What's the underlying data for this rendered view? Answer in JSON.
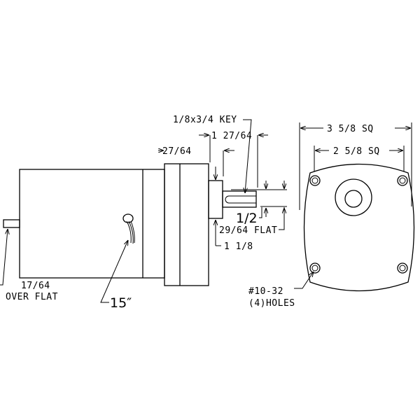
{
  "drawing": {
    "side_view": {
      "labels": {
        "key": "1/8x3/4 KEY",
        "shaft_length": "1 27/64",
        "flange_offset": "27/64",
        "shaft_diameter": "1/2",
        "shaft_flat": "29/64 FLAT",
        "shoulder_length": "1 1/8",
        "rear_shaft_line1": "17/64",
        "rear_shaft_line2": "OVER FLAT",
        "lead_length": "15″"
      }
    },
    "front_view": {
      "labels": {
        "outer_square": "3 5/8 SQ",
        "bolt_square": "2 5/8 SQ",
        "holes_line1": "#10-32",
        "holes_line2": "(4)HOLES"
      }
    }
  }
}
